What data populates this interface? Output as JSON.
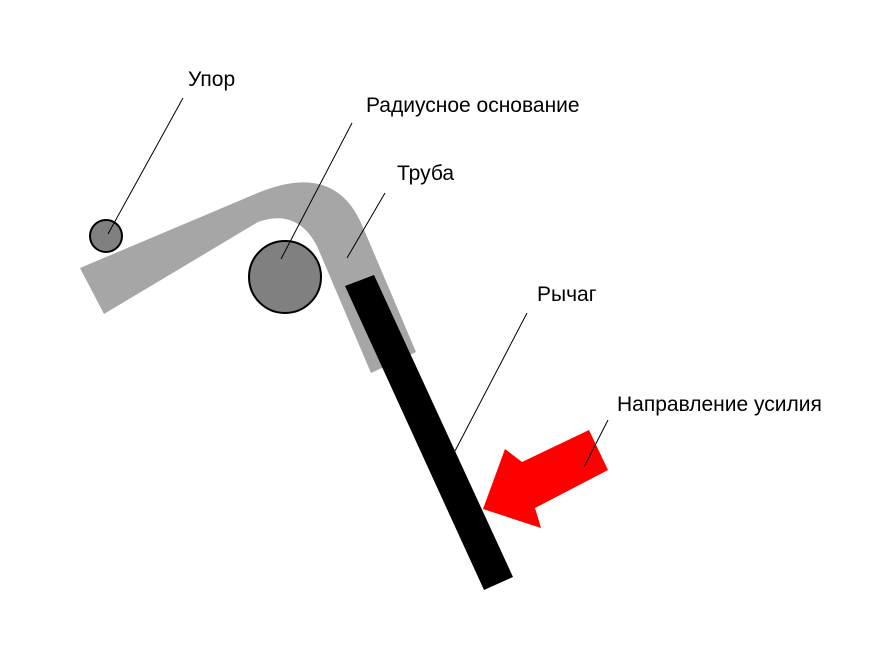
{
  "labels": {
    "stop": "Упор",
    "radius_base": "Радиусное основание",
    "pipe": "Труба",
    "lever": "Рычаг",
    "force_direction": "Направление усилия"
  },
  "colors": {
    "pipe": "#a6a6a6",
    "circle_fill": "#808080",
    "lever": "#000000",
    "arrow": "#ff0000",
    "leader": "#000000"
  }
}
